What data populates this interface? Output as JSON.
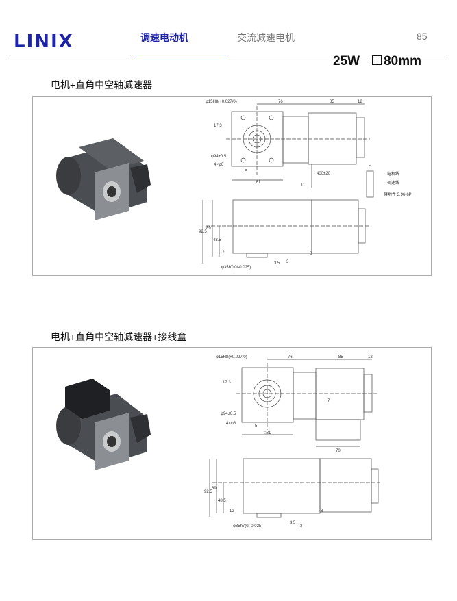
{
  "header": {
    "logo": "LINIX",
    "category": "调速电动机",
    "subcategory": "交流减速电机",
    "page_number": "85",
    "brand_color": "#1d24a8"
  },
  "spec": {
    "power": "25W",
    "frame_size": "80mm"
  },
  "sections": [
    {
      "title": "电机+直角中空轴减速器",
      "dims": {
        "bore": "φ15H8(+0.027/0)",
        "len_gear": "76",
        "len_motor": "85",
        "len_cap": "12",
        "key_h": "17.3",
        "pcd": "φ94±0.5",
        "holes": "4×φ6",
        "key_w": "5",
        "frame": "□81",
        "lead_len": "400±20",
        "detail": "D",
        "h_total": "92.5",
        "h_body": "89",
        "h_center": "48.5",
        "h_base": "12",
        "boss": "φ35h7(0/-0.025)",
        "off1": "3.5",
        "off2": "3",
        "off3": "8"
      },
      "terminal": {
        "label": "D",
        "motor_wire": "电机线",
        "speed_wire": "调速线",
        "ground": "接地件 3.96-6P"
      }
    },
    {
      "title": "电机+直角中空轴减速器+接线盒",
      "dims": {
        "bore": "φ15H8(+0.027/0)",
        "len_gear": "76",
        "len_motor": "85",
        "len_cap": "12",
        "key_h": "17.3",
        "pcd": "φ94±0.5",
        "holes": "4×φ6",
        "key_w": "5",
        "frame": "□81",
        "box_len": "70",
        "box_off": "7",
        "h_total": "92.5",
        "h_body": "89",
        "h_center": "48.5",
        "h_base": "12",
        "boss": "φ35h7(0/-0.025)",
        "off1": "3.5",
        "off2": "3",
        "off3": "8"
      }
    }
  ]
}
